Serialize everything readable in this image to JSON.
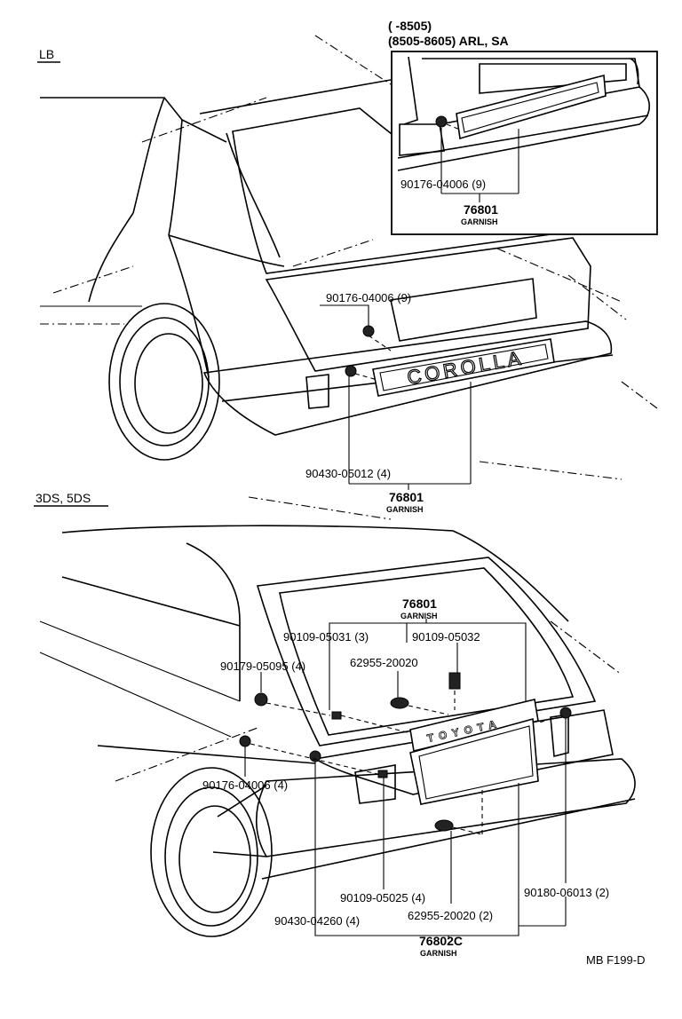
{
  "sections": {
    "lb": "LB",
    "ds": "3DS, 5DS"
  },
  "inset": {
    "range1": "(      -8505)",
    "range2": "(8505-8605) ARL, SA",
    "screw": "90176-04006 (9)",
    "part": "76801",
    "part_name": "GARNISH"
  },
  "lb": {
    "screw": "90176-04006 (9)",
    "nut": "90430-05012 (4)",
    "part": "76801",
    "part_name": "GARNISH",
    "emblem": "COROLLA"
  },
  "ds": {
    "part_top": "76801",
    "part_top_name": "GARNISH",
    "c1": "90109-05031 (3)",
    "c2": "90109-05032",
    "c3": "62955-20020",
    "c4": "90179-05095 (4)",
    "c5": "90176-04006 (4)",
    "c6": "90109-05025 (4)",
    "c7": "62955-20020 (2)",
    "c8": "90180-06013 (2)",
    "c9": "90430-04260 (4)",
    "part_bottom": "76802C",
    "part_bottom_name": "GARNISH",
    "emblem": "TOYOTA"
  },
  "ref": "MB F199-D"
}
